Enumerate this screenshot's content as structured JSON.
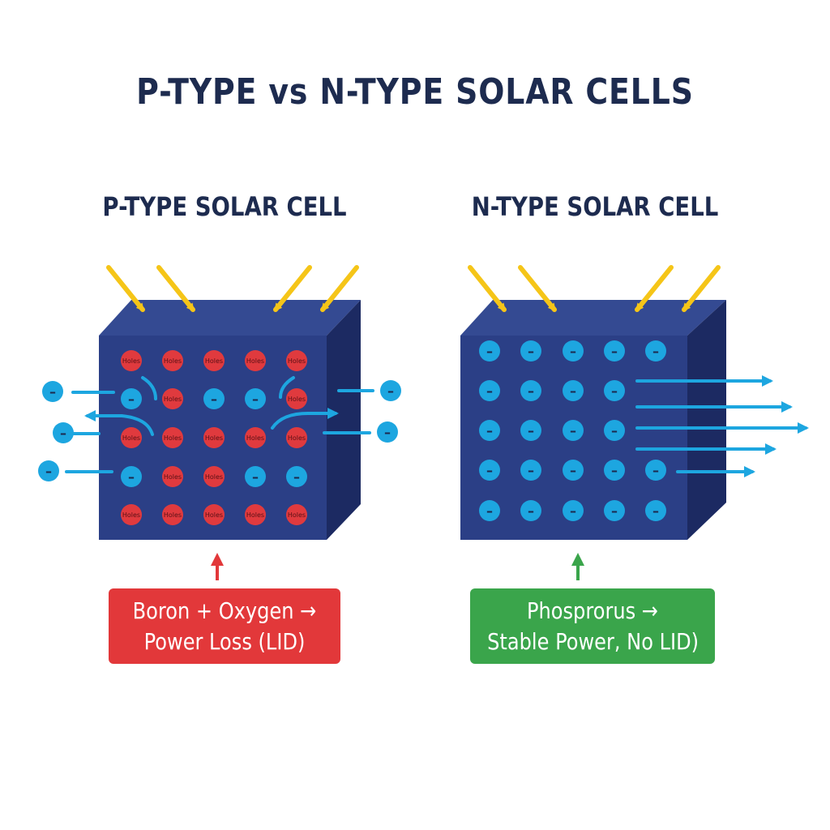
{
  "title": "P-TYPE vs N-TYPE SOLAR CELLS",
  "p_type": {
    "heading": "P-TYPE SOLAR CELL",
    "hole_label": "Holes",
    "electron_symbol": "–",
    "box_line1": "Boron + Oxygen →",
    "box_line2": "Power Loss (LID)",
    "box_color": "#e2383a",
    "hole_color": "#e03a3e"
  },
  "n_type": {
    "heading": "N-TYPE SOLAR CELL",
    "electron_symbol": "–",
    "box_line1": "Phosprorus →",
    "box_line2": "Stable Power, No LID)",
    "box_color": "#3aa54b"
  },
  "colors": {
    "cell_front": "#2b3f86",
    "cell_top": "#344a92",
    "cell_side": "#1c2a62",
    "electron": "#1da6e0",
    "sunlight": "#f5c518",
    "flow_arrow": "#1da6e0",
    "title": "#1d2b4f"
  },
  "icons": {
    "sunlight": "sunlight-arrow-icon",
    "electron": "electron-icon",
    "hole": "hole-icon"
  }
}
